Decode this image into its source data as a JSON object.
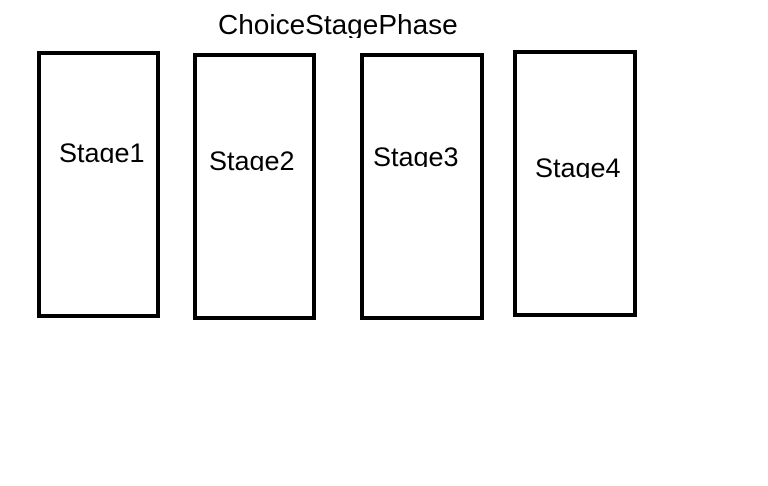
{
  "diagram": {
    "title": "ChoiceStagePhase",
    "stages": [
      {
        "label": "Stage1"
      },
      {
        "label": "Stage2"
      },
      {
        "label": "Stage3"
      },
      {
        "label": "Stage4"
      }
    ]
  }
}
